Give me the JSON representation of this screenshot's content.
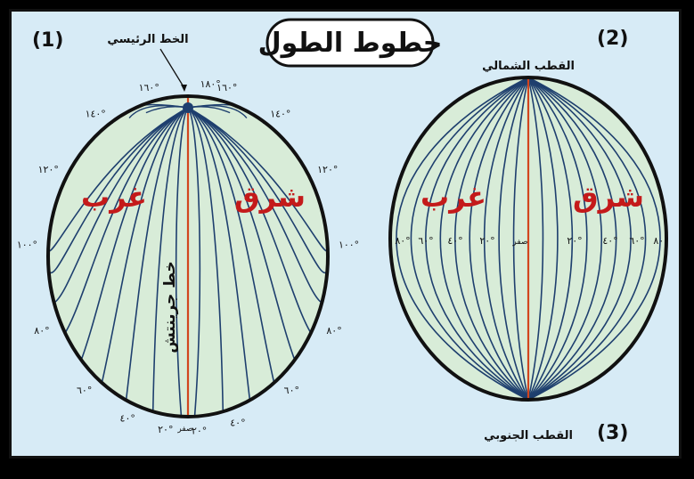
{
  "title": "خطوط الطول",
  "figures": [
    {
      "number": "(1)",
      "main_line_label": "الخط الرئيسي",
      "meridian_label": "خط جرينتش",
      "west_label": "غرب",
      "east_label": "شرق",
      "rim_left": [
        "١٨٠°",
        "١٦٠°",
        "١٤٠°",
        "١٢٠°",
        "١٠٠°",
        "٨٠°",
        "٦٠°",
        "٤٠°",
        "٢٠°"
      ],
      "rim_right": [
        "١٦٠°",
        "١٤٠°",
        "١٢٠°",
        "١٠٠°",
        "٨٠°",
        "٦٠°",
        "٤٠°",
        "٢٠°"
      ],
      "zero_label": "صفر"
    },
    {
      "number_top": "(2)",
      "number_bottom": "(3)",
      "north_pole_label": "القطب الشمالي",
      "south_pole_label": "القطب الجنوبي",
      "west_label": "غرب",
      "east_label": "شرق",
      "equator_left": [
        "٨٠°",
        "٦٠°",
        "٤٠°",
        "٢٠°"
      ],
      "equator_right": [
        "٢٠°",
        "٤٠°",
        "٦٠°",
        "٨٠°"
      ],
      "zero_label": "صفر"
    }
  ],
  "colors": {
    "background": "#d7ebf6",
    "globe_fill": "#d8ecd8",
    "meridian_lines": "#1e3f6e",
    "prime_meridian": "#d2451e",
    "direction_text": "#c41a1a",
    "outline": "#111111"
  }
}
